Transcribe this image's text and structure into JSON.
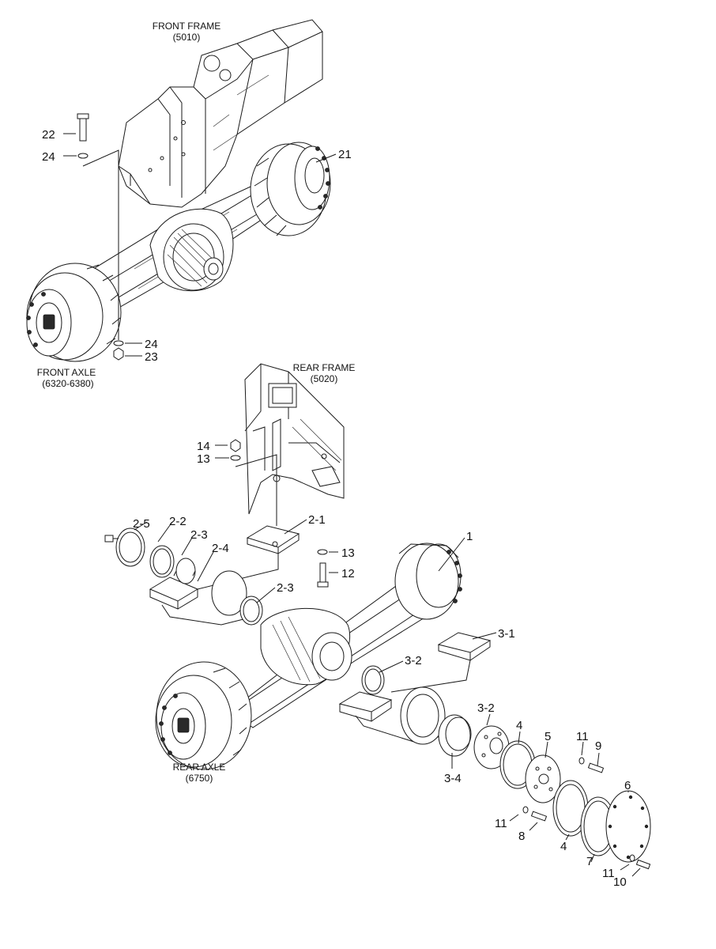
{
  "captions": {
    "front_frame_title": "FRONT FRAME",
    "front_frame_code": "(5010)",
    "front_axle_title": "FRONT AXLE",
    "front_axle_code": "(6320-6380)",
    "rear_frame_title": "REAR FRAME",
    "rear_frame_code": "(5020)",
    "rear_axle_title": "REAR AXLE",
    "rear_axle_code": "(6750)"
  },
  "callouts": {
    "front_bolt": "22",
    "front_washer_top": "24",
    "front_axle_assy": "21",
    "front_washer_bottom": "24",
    "front_nut": "23",
    "rear_nut_top": "14",
    "rear_washer_top": "13",
    "rear_pad_seal_outer": "2-5",
    "rear_pad_seal_2": "2-2",
    "rear_pad_ring": "2-3",
    "rear_pad_bushing": "2-4",
    "rear_pad_support": "2-1",
    "rear_washer_mid": "13",
    "rear_bolt_mid": "12",
    "rear_pad_ring_lower": "2-3",
    "rear_axle_assy": "1",
    "rear_support_lower": "3-1",
    "rear_seal_lower": "3-2",
    "rear_hub_lower": "3-2",
    "rear_bushing_lower": "3-4",
    "rear_shim_a": "4",
    "rear_plate": "5",
    "rear_washer_right": "11",
    "rear_bolt_right": "9",
    "rear_cover": "6",
    "rear_washer_left": "11",
    "rear_bolt_left": "8",
    "rear_shim_b": "4",
    "rear_gasket": "7",
    "rear_washer_bottom": "11",
    "rear_bolt_bottom": "10"
  }
}
